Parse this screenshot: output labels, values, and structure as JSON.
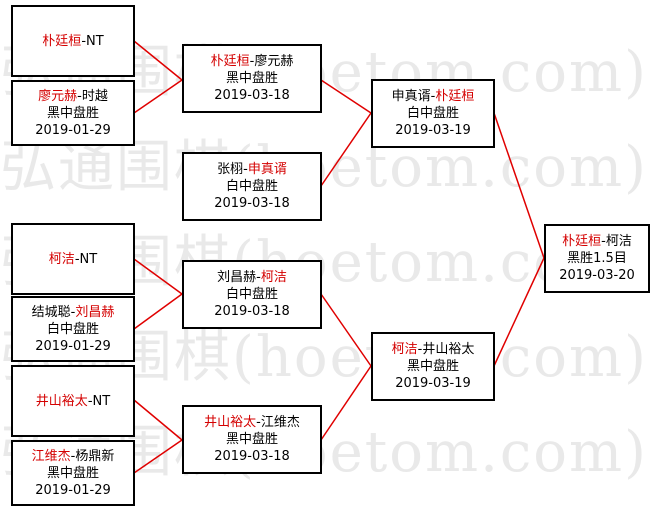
{
  "watermark": "弘通围棋(hoetom.com)",
  "colors": {
    "winner": "#d40000",
    "connector": "#e00000",
    "border": "#000000"
  },
  "round1": [
    {
      "p1": "朴廷桓",
      "sep": "-",
      "p2": "NT"
    },
    {
      "p1": "廖元赫",
      "sep": "-",
      "p2": "时越",
      "result": "黑中盘胜",
      "date": "2019-01-29"
    },
    {
      "p1": "柯洁",
      "sep": "-",
      "p2": "NT"
    },
    {
      "p1": "结城聪",
      "sep": "-",
      "p2": "刘昌赫",
      "result": "白中盘胜",
      "date": "2019-01-29"
    },
    {
      "p1": "井山裕太",
      "sep": "-",
      "p2": "NT"
    },
    {
      "p1": "江维杰",
      "sep": "-",
      "p2": "杨鼎新",
      "result": "黑中盘胜",
      "date": "2019-01-29"
    }
  ],
  "round2": [
    {
      "p1": "朴廷桓",
      "sep": "-",
      "p2": "廖元赫",
      "result": "黑中盘胜",
      "date": "2019-03-18"
    },
    {
      "p1": "张栩",
      "sep": "-",
      "p2": "申真谞",
      "result": "白中盘胜",
      "date": "2019-03-18"
    },
    {
      "p1": "刘昌赫",
      "sep": "-",
      "p2": "柯洁",
      "result": "白中盘胜",
      "date": "2019-03-18"
    },
    {
      "p1": "井山裕太",
      "sep": "-",
      "p2": "江维杰",
      "result": "黑中盘胜",
      "date": "2019-03-18"
    }
  ],
  "semis": [
    {
      "p1": "申真谞",
      "sep": "-",
      "p2": "朴廷桓",
      "result": "白中盘胜",
      "date": "2019-03-19"
    },
    {
      "p1": "柯洁",
      "sep": "-",
      "p2": "井山裕太",
      "result": "黑中盘胜",
      "date": "2019-03-19"
    }
  ],
  "final": {
    "p1": "朴廷桓",
    "sep": "-",
    "p2": "柯洁",
    "result": "黑胜1.5目",
    "date": "2019-03-20"
  }
}
